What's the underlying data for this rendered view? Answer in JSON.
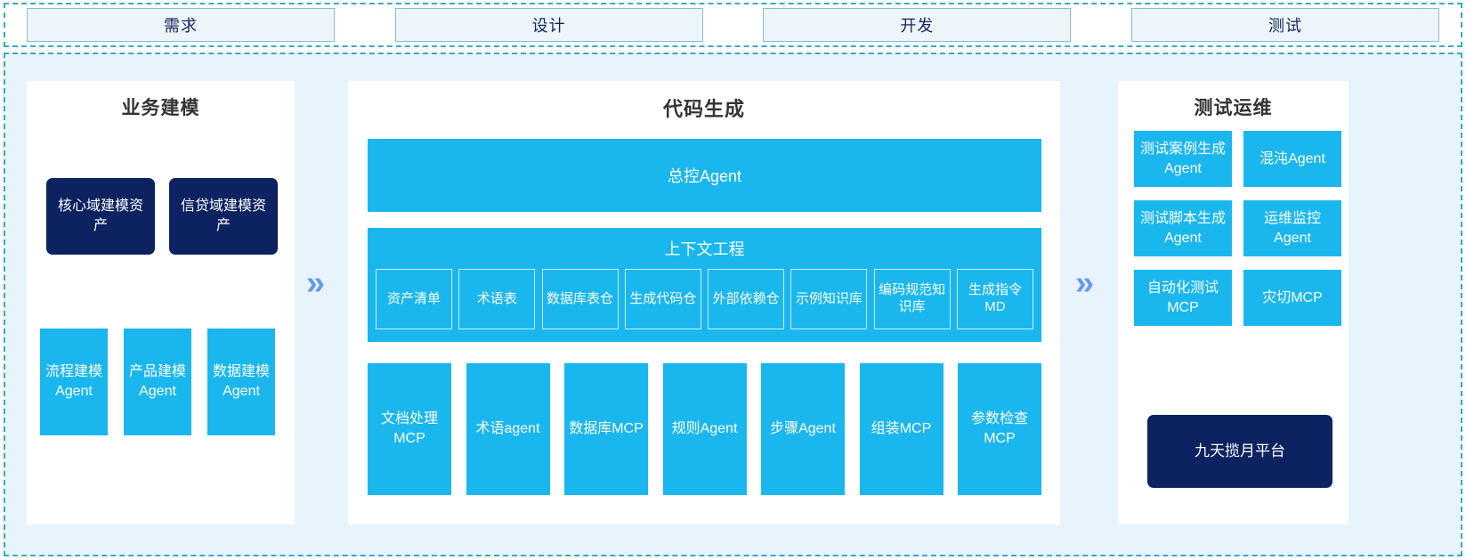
{
  "stages": [
    {
      "label": "需求"
    },
    {
      "label": "设计"
    },
    {
      "label": "开发"
    },
    {
      "label": "测试"
    }
  ],
  "flow": {
    "chevron_1": "»",
    "chevron_2": "»"
  },
  "colors": {
    "accent_cyan": "#1ab7ef",
    "accent_navy": "#0d2260",
    "region_background": "#e7f4fc",
    "dashed_border": "#3aa8c9",
    "chevron": "#6699ee",
    "stage_box_bg": "#eef5fa",
    "stage_box_border": "#7fc0d8",
    "panel_bg": "#ffffff"
  },
  "panels": {
    "business_modeling": {
      "title": "业务建模",
      "assets": [
        {
          "label": "核心域建模资产"
        },
        {
          "label": "信贷域建模资产"
        }
      ],
      "agents": [
        {
          "label": "流程建模Agent"
        },
        {
          "label": "产品建模Agent"
        },
        {
          "label": "数据建模Agent"
        }
      ]
    },
    "code_generation": {
      "title": "代码生成",
      "master_agent": "总控Agent",
      "context_engineering": {
        "title": "上下文工程",
        "items": [
          {
            "label": "资产清单"
          },
          {
            "label": "术语表"
          },
          {
            "label": "数据库表仓"
          },
          {
            "label": "生成代码仓"
          },
          {
            "label": "外部依赖仓"
          },
          {
            "label": "示例知识库"
          },
          {
            "label": "编码规范知识库"
          },
          {
            "label": "生成指令MD"
          }
        ]
      },
      "tools": [
        {
          "label": "文档处理MCP"
        },
        {
          "label": "术语agent"
        },
        {
          "label": "数据库MCP"
        },
        {
          "label": "规则Agent"
        },
        {
          "label": "步骤Agent"
        },
        {
          "label": "组装MCP"
        },
        {
          "label": "参数检查MCP"
        }
      ]
    },
    "test_ops": {
      "title": "测试运维",
      "items": [
        {
          "label": "测试案例生成Agent"
        },
        {
          "label": "混沌Agent"
        },
        {
          "label": "测试脚本生成Agent"
        },
        {
          "label": "运维监控Agent"
        },
        {
          "label": "自动化测试MCP"
        },
        {
          "label": "灾切MCP"
        }
      ],
      "platform": {
        "label": "九天揽月平台"
      }
    }
  }
}
